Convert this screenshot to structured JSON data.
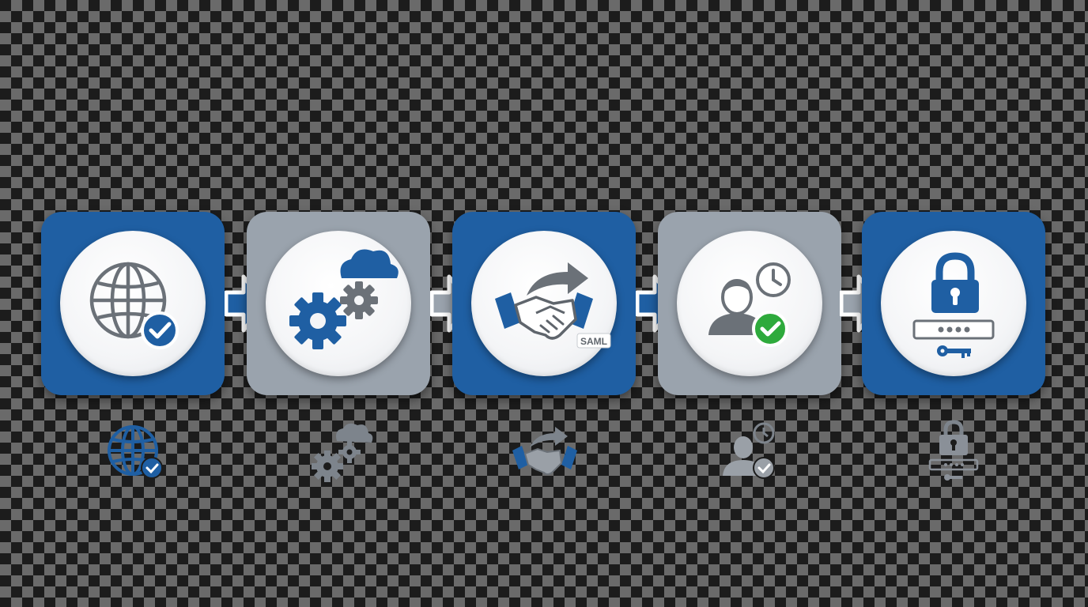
{
  "colors": {
    "tile_blue": "#1f5fa3",
    "tile_gray": "#9aa3ad",
    "icon_blue": "#1f5fa3",
    "icon_gray": "#6b7178",
    "check_green": "#2eaa3c"
  },
  "steps": [
    {
      "icon": "globe-check-icon",
      "tile": "blue"
    },
    {
      "icon": "gears-cloud-icon",
      "tile": "gray"
    },
    {
      "icon": "handshake-saml-icon",
      "tile": "blue",
      "badge": "SAML"
    },
    {
      "icon": "user-clock-check-icon",
      "tile": "gray"
    },
    {
      "icon": "lock-password-key-icon",
      "tile": "blue"
    }
  ]
}
